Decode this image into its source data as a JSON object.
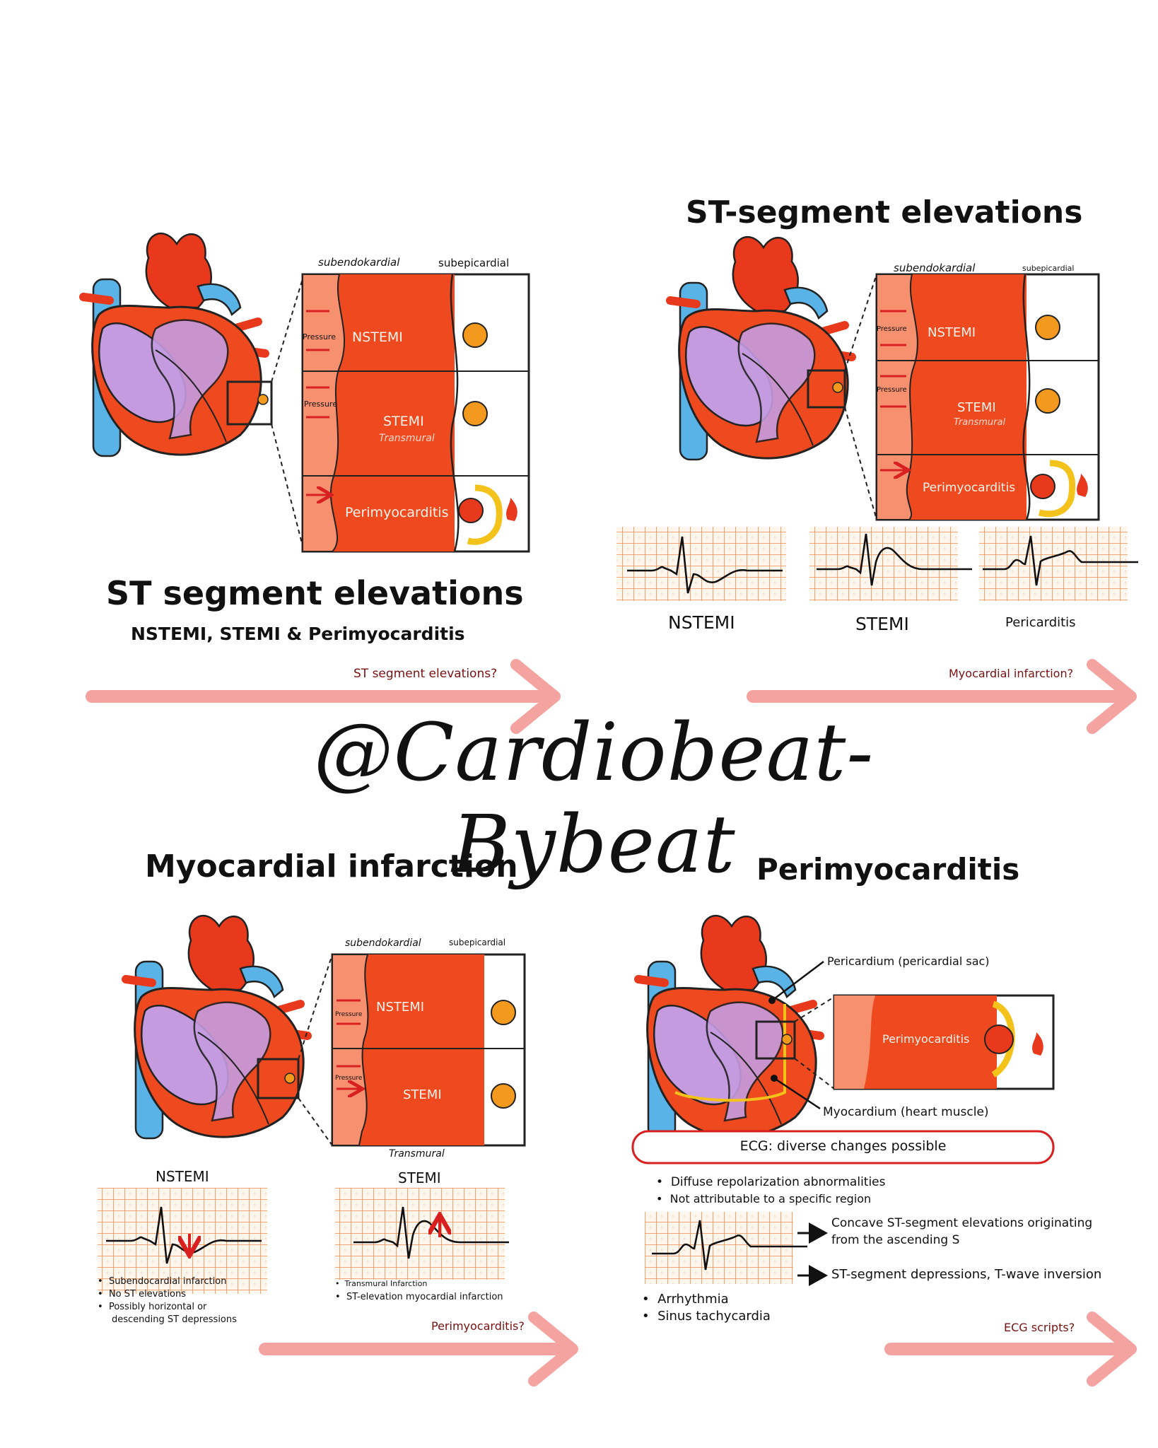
{
  "watermark": "@Cardiobeat-Bybeat",
  "labels": {
    "subendo": "subendokardial",
    "subepi": "subepicardial",
    "pressure": "Pressure",
    "nstemi": "NSTEMI",
    "stemi": "STEMI",
    "transmural": "Transmural",
    "perimyo": "Perimyocarditis",
    "pericarditis": "Pericarditis"
  },
  "panel_tl": {
    "title": "ST segment elevations",
    "subtitle": "NSTEMI, STEMI & Perimyocarditis",
    "next": "ST segment elevations?"
  },
  "panel_tr": {
    "title": "ST-segment elevations",
    "next": "Myocardial infarction?"
  },
  "panel_bl": {
    "title": "Myocardial infarction",
    "nstemi_bullets": [
      "Subendocardial infarction",
      "No ST elevations",
      "Possibly horizontal or",
      "descending ST depressions"
    ],
    "stemi_bullets": [
      "Transmural Infarction",
      "ST-elevation myocardial infarction"
    ],
    "next": "Perimyocarditis?"
  },
  "panel_br": {
    "title": "Perimyocarditis",
    "pericardium_label": "Pericardium (pericardial sac)",
    "myocardium_label": "Myocardium (heart muscle)",
    "ecg_box": "ECG: diverse changes possible",
    "bullets": [
      "Diffuse repolarization abnormalities",
      "Not attributable to a specific region"
    ],
    "arrow1_line1": "Concave ST-segment elevations originating",
    "arrow1_line2": "from the ascending S",
    "arrow2": "ST-segment depressions, T-wave inversion",
    "bullets2": [
      "Arrhythmia",
      "Sinus tachycardia"
    ],
    "next": "ECG scripts?"
  },
  "colors": {
    "myocardium": "#ef4a1f",
    "subendocardium": "#f6906f",
    "artery": "#e8391d",
    "vein": "#5ab3e6",
    "ventricle": "#c59be0",
    "nav_arrow": "#f5a3a0",
    "grid": "#f08c4e",
    "accent_red": "#d92020",
    "fluid": "#f4c31b"
  }
}
